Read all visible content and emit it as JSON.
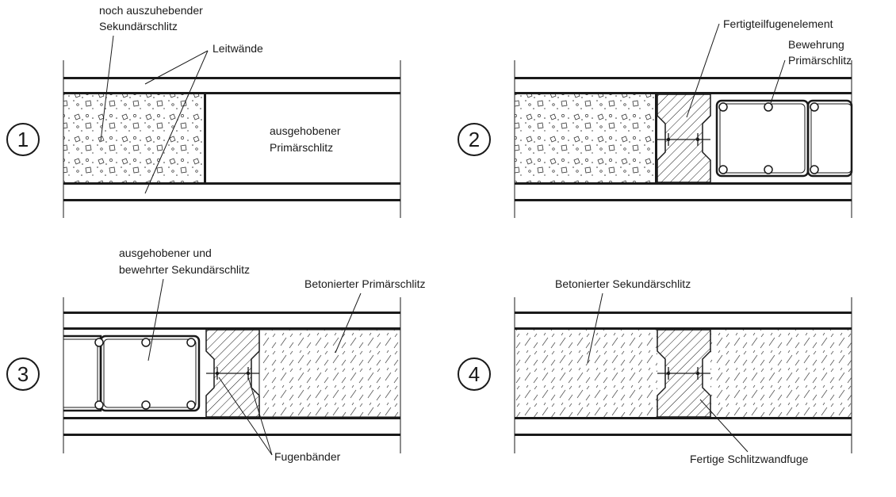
{
  "panels": [
    {
      "number": "1",
      "labels": {
        "secondary_to_excavate": [
          "noch auszuhebender",
          "Sekundärschlitz"
        ],
        "guide_walls": "Leitwände",
        "excavated_primary": [
          "ausgehobener",
          "Primärschlitz"
        ]
      }
    },
    {
      "number": "2",
      "labels": {
        "joint_element": "Fertigteilfugenelement",
        "reinforcement": [
          "Bewehrung",
          "Primärschlitz"
        ]
      }
    },
    {
      "number": "3",
      "labels": {
        "excavated_reinforced_secondary": [
          "ausgehobener und",
          "bewehrter Sekundärschlitz"
        ],
        "concreted_primary": "Betonierter Primärschlitz",
        "waterstops": "Fugenbänder"
      }
    },
    {
      "number": "4",
      "labels": {
        "concreted_secondary": "Betonierter Sekundärschlitz",
        "finished_joint": "Fertige Schlitzwandfuge"
      }
    }
  ],
  "colors": {
    "line": "#1a1a1a",
    "background": "#ffffff"
  }
}
